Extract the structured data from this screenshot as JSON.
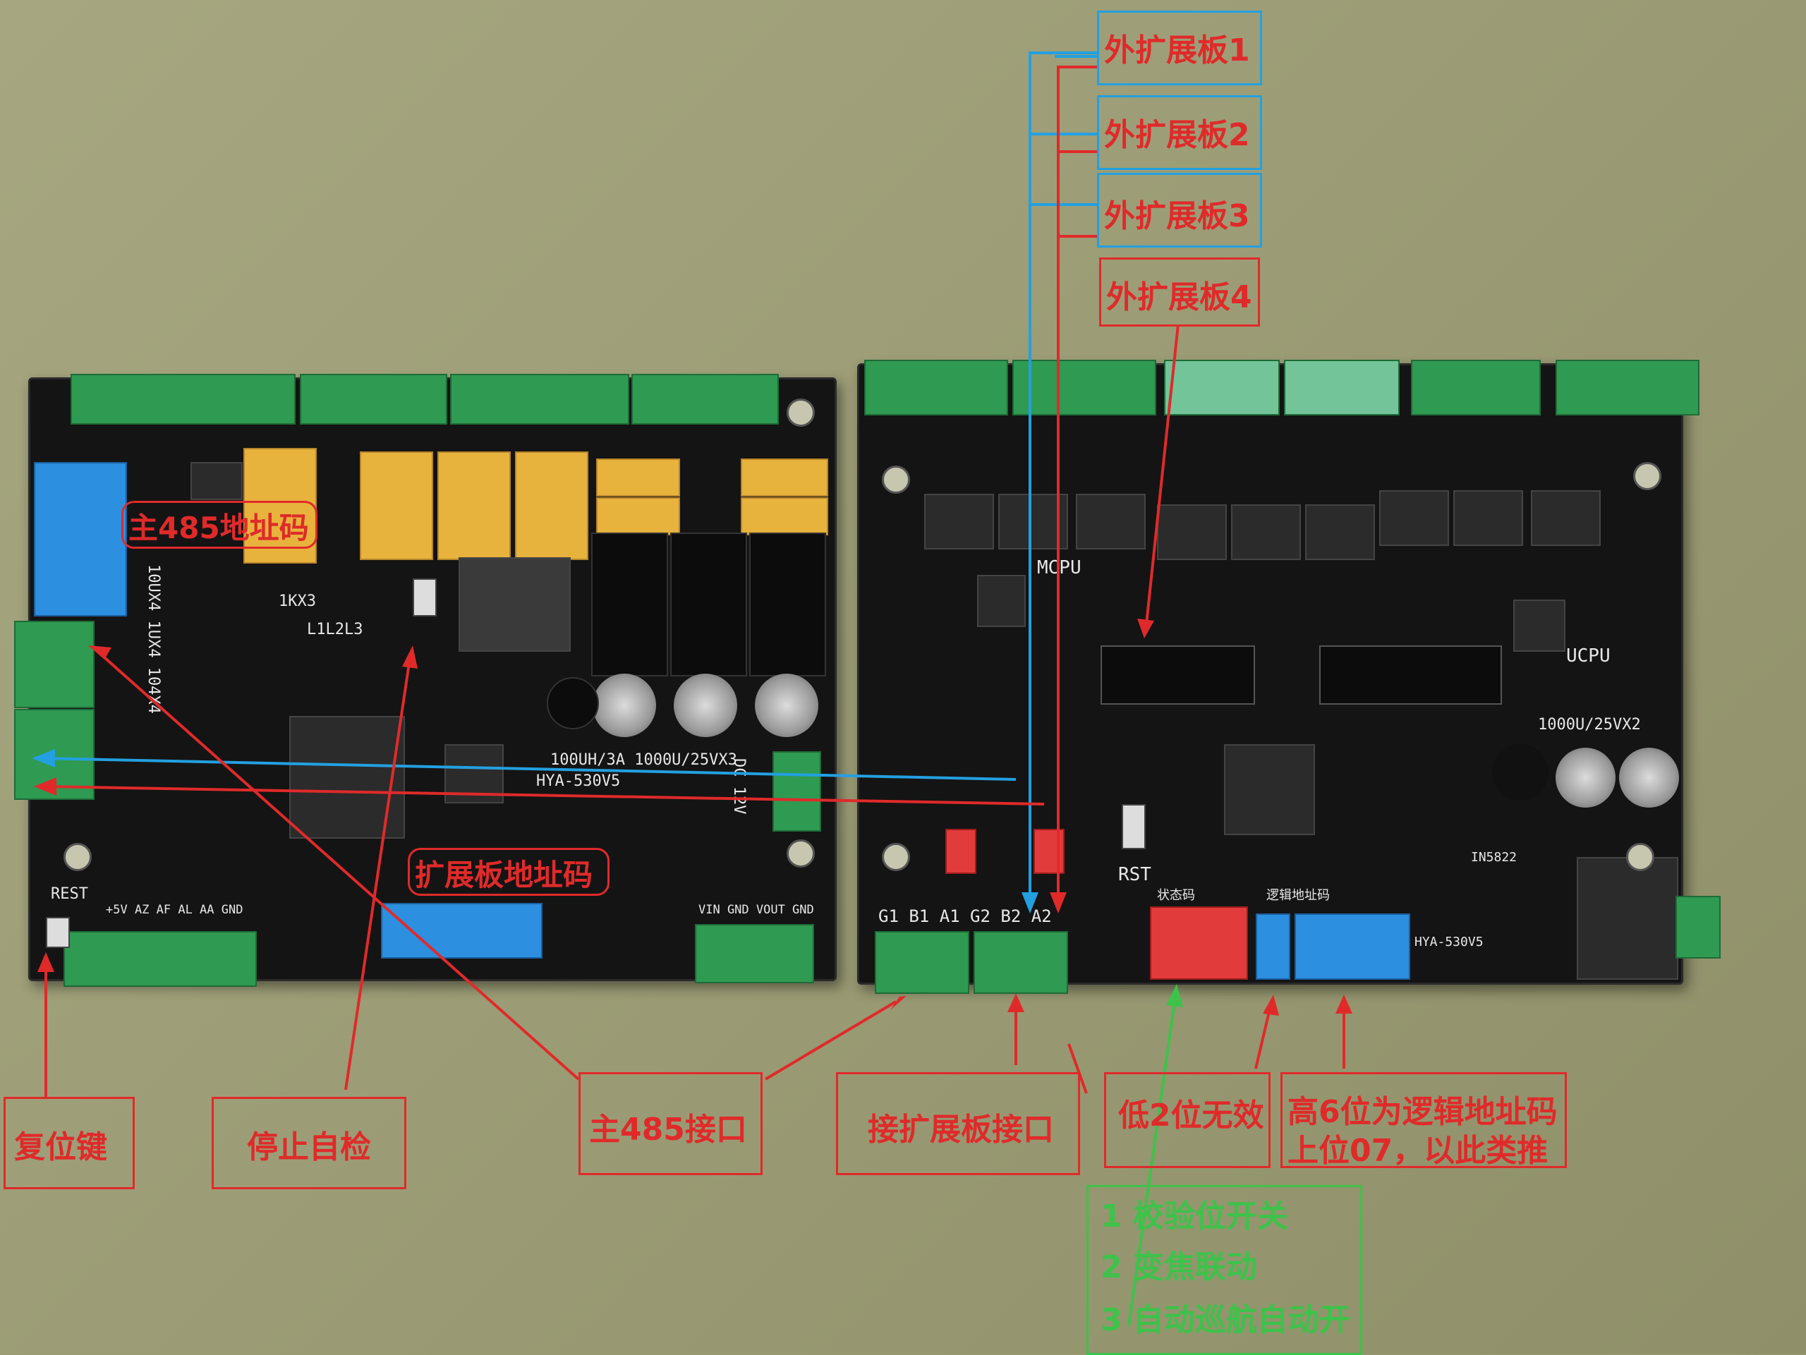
{
  "colors": {
    "red": "#e02a2a",
    "blue": "#23a0e0",
    "green": "#3ec24a"
  },
  "board_left": {
    "model": "HYA-530V5",
    "silk_reset": "REST",
    "silk_relays": "10UX4 1UX4 104X4",
    "silk_caps": "100UH/3A 1000U/25VX3",
    "silk_power": "DC 12V",
    "silk_bottom_terms": "+5V AZ AF AL AA GND",
    "silk_vout": "VIN GND VOUT GND",
    "silk_l": "L1L2L3",
    "silk_1kx3": "1KX3"
  },
  "board_right": {
    "model": "HYA-530V5",
    "silk_mcpu": "MCPU",
    "silk_ucpu": "UCPU",
    "silk_rst": "RST",
    "silk_caps": "1000U/25VX2",
    "silk_terms": "G1 B1 A1 G2 B2 A2",
    "silk_status": "状态码",
    "silk_logic": "逻辑地址码",
    "silk_in5822": "IN5822"
  },
  "annotations": {
    "ext1": "外扩展板1",
    "ext2": "外扩展板2",
    "ext3": "外扩展板3",
    "ext4": "外扩展板4",
    "main485_addr": "主485地址码",
    "ext_addr": "扩展板地址码",
    "reset_key": "复位键",
    "stop_selftest": "停止自检",
    "main485_port": "主485接口",
    "ext_port": "接扩展板接口",
    "low2_invalid": "低2位无效",
    "high6_line1": "高6位为逻辑地址码",
    "high6_line2": "上位07，以此类推",
    "green_line1": "1 校验位开关",
    "green_line2": "2 变焦联动",
    "green_line3": "3 自动巡航自动开"
  }
}
